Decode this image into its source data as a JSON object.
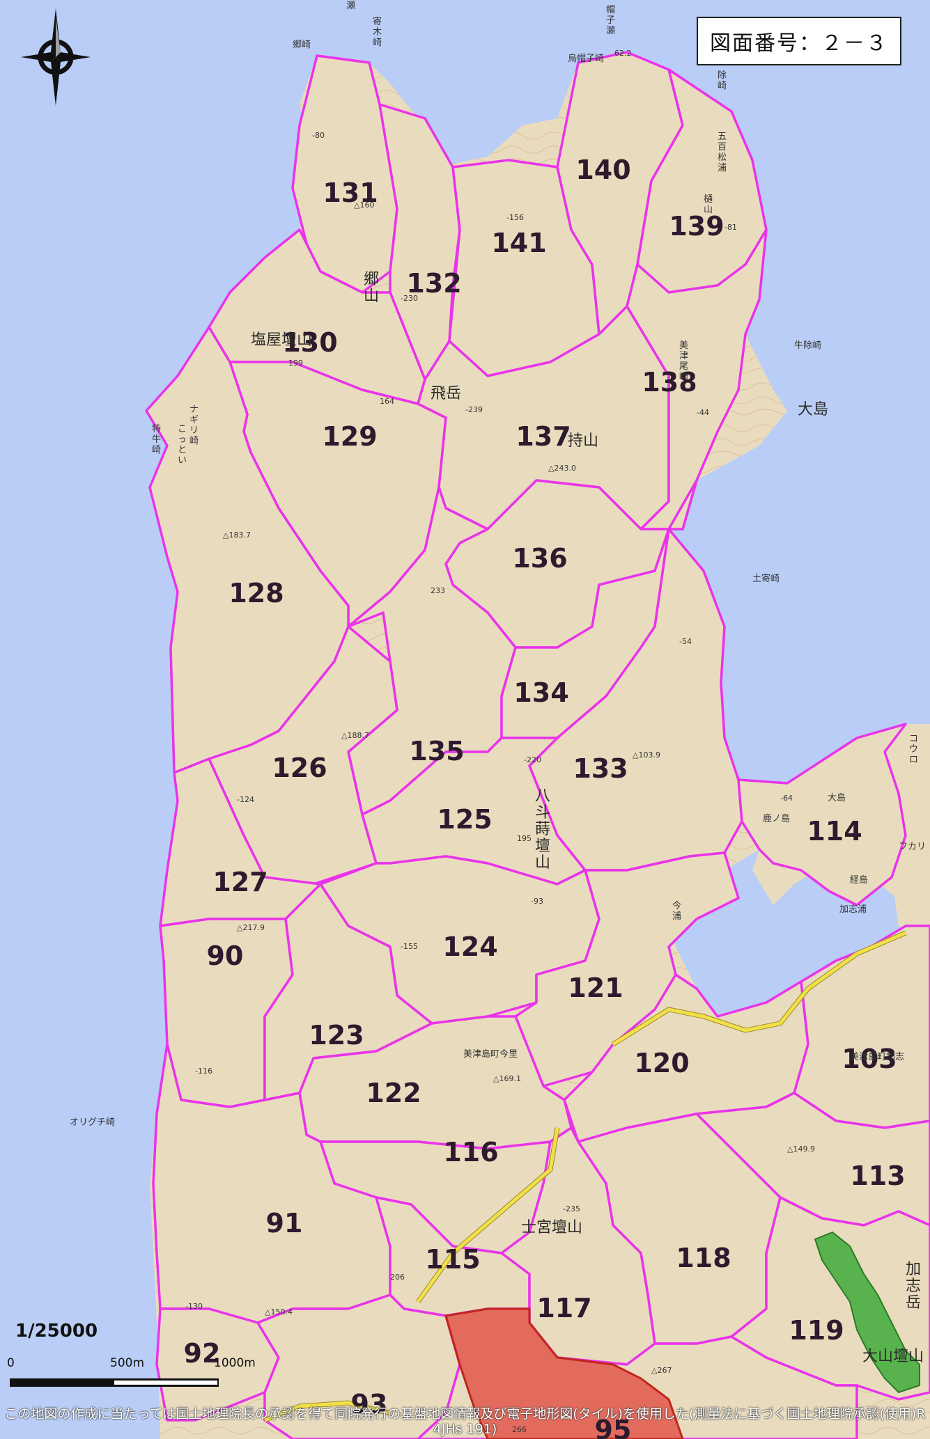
{
  "sheet_label": "図面番号：２－３",
  "scale": {
    "ratio": "1/25000",
    "ticks": [
      "0",
      "500m",
      "1000m"
    ]
  },
  "credit": "この地図の作成に当たっては国土地理院長の承認を得て同院発行の基盤地図情報及び電子地形図(タイル)を使用した(測量法に基づく国土地理院承認(使用)R 4JHs 191)",
  "compass_icon": "compass-rose-icon",
  "colors": {
    "sea": "#b9cdf6",
    "land": "#e9dcbe",
    "boundary": "#ea33ea",
    "highlight_red": "#e2574c",
    "highlight_green": "#58b34e"
  },
  "parcels": [
    {
      "id": "131"
    },
    {
      "id": "132"
    },
    {
      "id": "141"
    },
    {
      "id": "140"
    },
    {
      "id": "139"
    },
    {
      "id": "130"
    },
    {
      "id": "129"
    },
    {
      "id": "137"
    },
    {
      "id": "138"
    },
    {
      "id": "128"
    },
    {
      "id": "136"
    },
    {
      "id": "134"
    },
    {
      "id": "135"
    },
    {
      "id": "126"
    },
    {
      "id": "133"
    },
    {
      "id": "125"
    },
    {
      "id": "114"
    },
    {
      "id": "127"
    },
    {
      "id": "124"
    },
    {
      "id": "90"
    },
    {
      "id": "121"
    },
    {
      "id": "123"
    },
    {
      "id": "120"
    },
    {
      "id": "103"
    },
    {
      "id": "122"
    },
    {
      "id": "116"
    },
    {
      "id": "113"
    },
    {
      "id": "91"
    },
    {
      "id": "115"
    },
    {
      "id": "118"
    },
    {
      "id": "117"
    },
    {
      "id": "119"
    },
    {
      "id": "92"
    },
    {
      "id": "93"
    },
    {
      "id": "95"
    }
  ],
  "place_names": [
    "瀬",
    "寄木崎",
    "郷崎",
    "帽子瀬",
    "烏帽子崎",
    "除崎",
    "五百松浦",
    "樋山",
    "郷山",
    "塩屋壇山",
    "牛除崎",
    "美津尾崎",
    "大島",
    "飛岳",
    "持山",
    "ナギリ崎",
    "こっとい",
    "特牛崎",
    "土寄崎",
    "八斗蒔壇山",
    "大島",
    "鹿ノ島",
    "経島",
    "加志浦",
    "コウロ",
    "フカリ",
    "今浦",
    "美津島町今里",
    "美津島町加志",
    "オリグチ崎",
    "士宮壇山",
    "加志岳",
    "大山壇山"
  ],
  "spot_heights": [
    "-80",
    "△160",
    "-230",
    "-156",
    "199",
    "164",
    "-239",
    "△243.0",
    "-81",
    "-44",
    "△183.7",
    "233",
    "-54",
    "△188.7",
    "-220",
    "△103.9",
    "-124",
    "195",
    "-64",
    "△217.9",
    "-155",
    "-116",
    "△169.1",
    "△149.9",
    "-235",
    "206",
    "-130",
    "△150.4",
    "△267",
    "266",
    "-93",
    "62.2"
  ]
}
